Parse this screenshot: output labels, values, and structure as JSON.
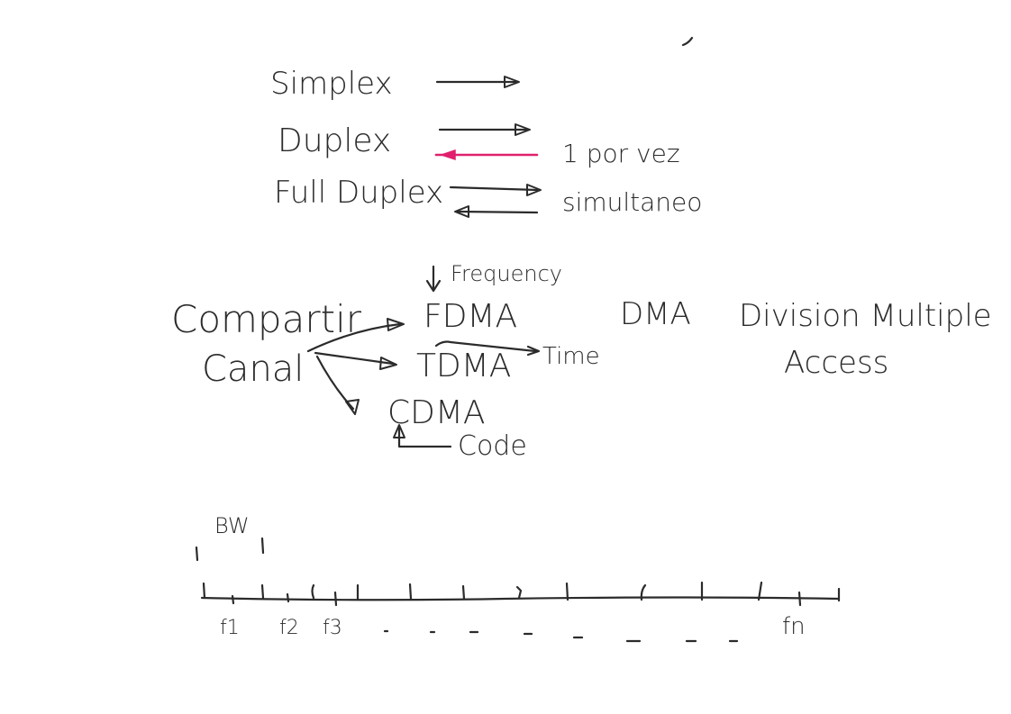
{
  "colors": {
    "ink": "#2b2b2b",
    "highlight": "#e0206c",
    "background": "#ffffff"
  },
  "modes": {
    "simplex": "Simplex",
    "duplex": "Duplex",
    "full_duplex": "Full Duplex",
    "duplex_note": "1 por vez",
    "full_duplex_note": "simultaneo"
  },
  "sharing": {
    "compartir": "Compartir",
    "canal": "Canal",
    "fdma": "FDMA",
    "tdma": "TDMA",
    "cdma": "CDMA",
    "frequency": "Frequency",
    "time": "Time",
    "code": "Code",
    "dma": "DMA",
    "dma_meaning_line1": "Division Multiple",
    "dma_meaning_line2": "Access"
  },
  "spectrum": {
    "bw_label": "BW",
    "f1": "f1",
    "f2": "f2",
    "f3": "f3",
    "fn": "fn"
  }
}
